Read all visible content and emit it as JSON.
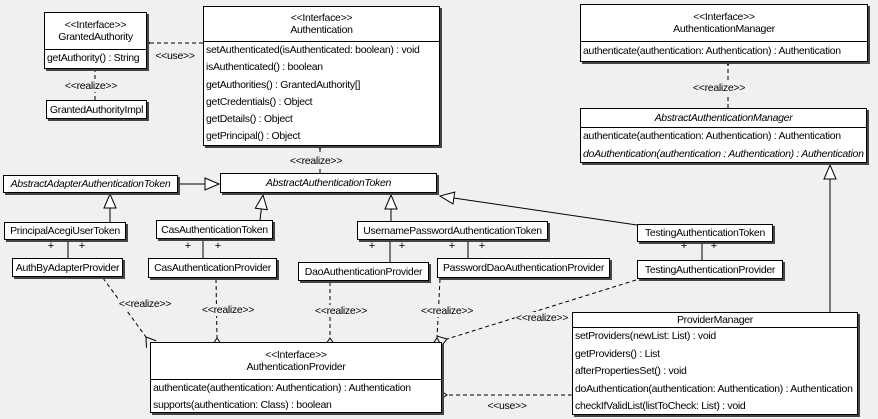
{
  "diagram": {
    "background": "#f0f0f0",
    "box_fill": "#ffffff",
    "line_color": "#000000",
    "shadow_color": "#454545"
  },
  "classes": {
    "granted_authority": {
      "stereotype": "<<Interface>>",
      "name": "GrantedAuthority",
      "methods": [
        "getAuthority() : String"
      ]
    },
    "granted_authority_impl": {
      "name": "GrantedAuthorityImpl"
    },
    "authentication": {
      "stereotype": "<<Interface>>",
      "name": "Authentication",
      "methods": [
        "setAuthenticated(isAuthenticated: boolean) : void",
        "isAuthenticated() : boolean",
        "getAuthorities() : GrantedAuthority[]",
        "getCredentials() : Object",
        "getDetails() : Object",
        "getPrincipal() : Object"
      ]
    },
    "authentication_manager": {
      "stereotype": "<<Interface>>",
      "name": "AuthenticationManager",
      "methods": [
        "authenticate(authentication: Authentication) : Authentication"
      ]
    },
    "abstract_authentication_manager": {
      "name": "AbstractAuthenticationManager",
      "methods": [
        "authenticate(authentication: Authentication) : Authentication",
        "doAuthentication(authentication : Authentication) : Authentication"
      ]
    },
    "abstract_adapter_authentication_token": {
      "name": "AbstractAdapterAuthenticationToken"
    },
    "abstract_authentication_token": {
      "name": "AbstractAuthenticationToken"
    },
    "principal_acegi_user_token": {
      "name": "PrincipalAcegiUserToken"
    },
    "cas_authentication_token": {
      "name": "CasAuthenticationToken"
    },
    "username_password_authentication_token": {
      "name": "UsernamePasswordAuthenticationToken"
    },
    "testing_authentication_token": {
      "name": "TestingAuthenticationToken"
    },
    "auth_by_adapter_provider": {
      "name": "AuthByAdapterProvider"
    },
    "cas_authentication_provider": {
      "name": "CasAuthenticationProvider"
    },
    "dao_authentication_provider": {
      "name": "DaoAuthenticationProvider"
    },
    "password_dao_authentication_provider": {
      "name": "PasswordDaoAuthenticationProvider"
    },
    "testing_authentication_provider": {
      "name": "TestingAuthenticationProvider"
    },
    "authentication_provider": {
      "stereotype": "<<Interface>>",
      "name": "AuthenticationProvider",
      "methods": [
        "authenticate(authentication: Authentication) : Authentication",
        "supports(authentication: Class) : boolean"
      ]
    },
    "provider_manager": {
      "name": "ProviderManager",
      "methods": [
        "setProviders(newList: List) : void",
        "getProviders() : List",
        "afterPropertiesSet() : void",
        "doAuthentication(authentication: Authentication) : Authentication",
        "checkIfValidList(listToCheck: List) : void"
      ]
    }
  },
  "edge_labels": {
    "use": "<<use>>",
    "realize": "<<realize>>",
    "plus": "+"
  }
}
